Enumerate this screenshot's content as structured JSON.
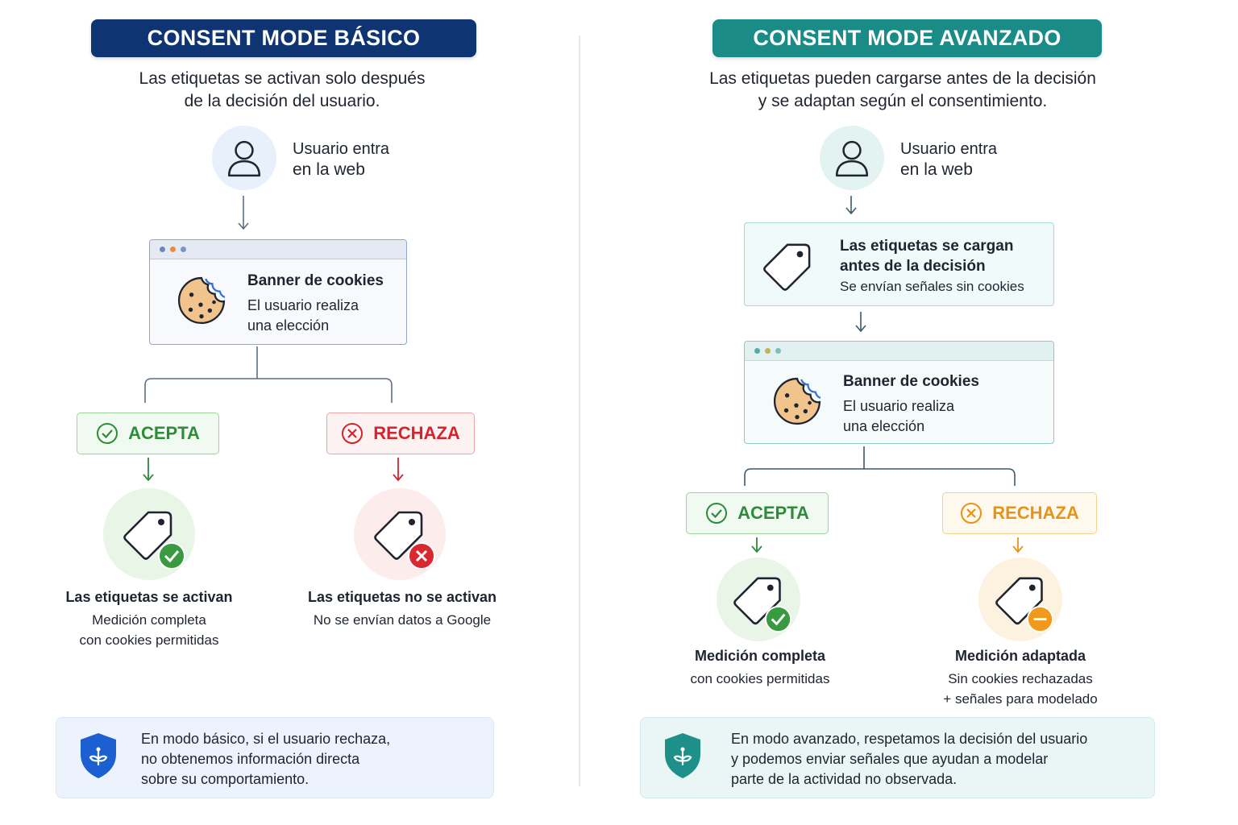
{
  "colors": {
    "navy": "#0e3572",
    "teal": "#1a8b86",
    "green": "#2e8b3a",
    "red": "#d3232c",
    "orange": "#e79318",
    "blue_shield": "#1b5fd0"
  },
  "basic": {
    "title": "CONSENT MODE BÁSICO",
    "subtitle": [
      "Las etiquetas se activan solo después",
      "de la decisión del usuario."
    ],
    "user": {
      "line1": "Usuario entra",
      "line2": "en la web",
      "icon": "user-icon"
    },
    "banner": {
      "title": "Banner de cookies",
      "line1": "El usuario realiza",
      "line2": "una elección",
      "icon": "cookie-icon"
    },
    "accept": {
      "label": "ACEPTA",
      "icon": "check-circle-icon"
    },
    "reject": {
      "label": "RECHAZA",
      "icon": "x-circle-icon"
    },
    "accept_result": {
      "title": "Las etiquetas se activan",
      "line1": "Medición completa",
      "line2": "con cookies permitidas",
      "icon": "tag-check-icon"
    },
    "reject_result": {
      "title": "Las etiquetas no se activan",
      "line1": "No se envían datos a Google",
      "icon": "tag-x-icon"
    },
    "note": {
      "line1": "En modo básico, si el usuario rechaza,",
      "line2": "no obtenemos información directa",
      "line3": "sobre su comportamiento.",
      "icon": "shield-icon"
    }
  },
  "advanced": {
    "title": "CONSENT MODE AVANZADO",
    "subtitle": [
      "Las etiquetas pueden cargarse antes de la decisión",
      "y se adaptan según el consentimiento."
    ],
    "user": {
      "line1": "Usuario entra",
      "line2": "en la web",
      "icon": "user-icon"
    },
    "preload": {
      "title1": "Las etiquetas se cargan",
      "title2": "antes de la decisión",
      "line": "Se envían señales sin cookies",
      "icon": "tag-icon"
    },
    "banner": {
      "title": "Banner de cookies",
      "line1": "El usuario realiza",
      "line2": "una elección",
      "icon": "cookie-icon"
    },
    "accept": {
      "label": "ACEPTA",
      "icon": "check-circle-icon"
    },
    "reject": {
      "label": "RECHAZA",
      "icon": "x-circle-icon"
    },
    "accept_result": {
      "title": "Medición completa",
      "line1": "con cookies permitidas",
      "icon": "tag-check-icon"
    },
    "reject_result": {
      "title": "Medición adaptada",
      "line1": "Sin cookies rechazadas",
      "line2": "+ señales para modelado",
      "icon": "tag-minus-icon"
    },
    "note": {
      "line1": "En modo avanzado, respetamos la decisión del usuario",
      "line2": "y podemos enviar señales que ayudan a modelar",
      "line3": "parte de la actividad no observada.",
      "icon": "shield-icon"
    }
  }
}
